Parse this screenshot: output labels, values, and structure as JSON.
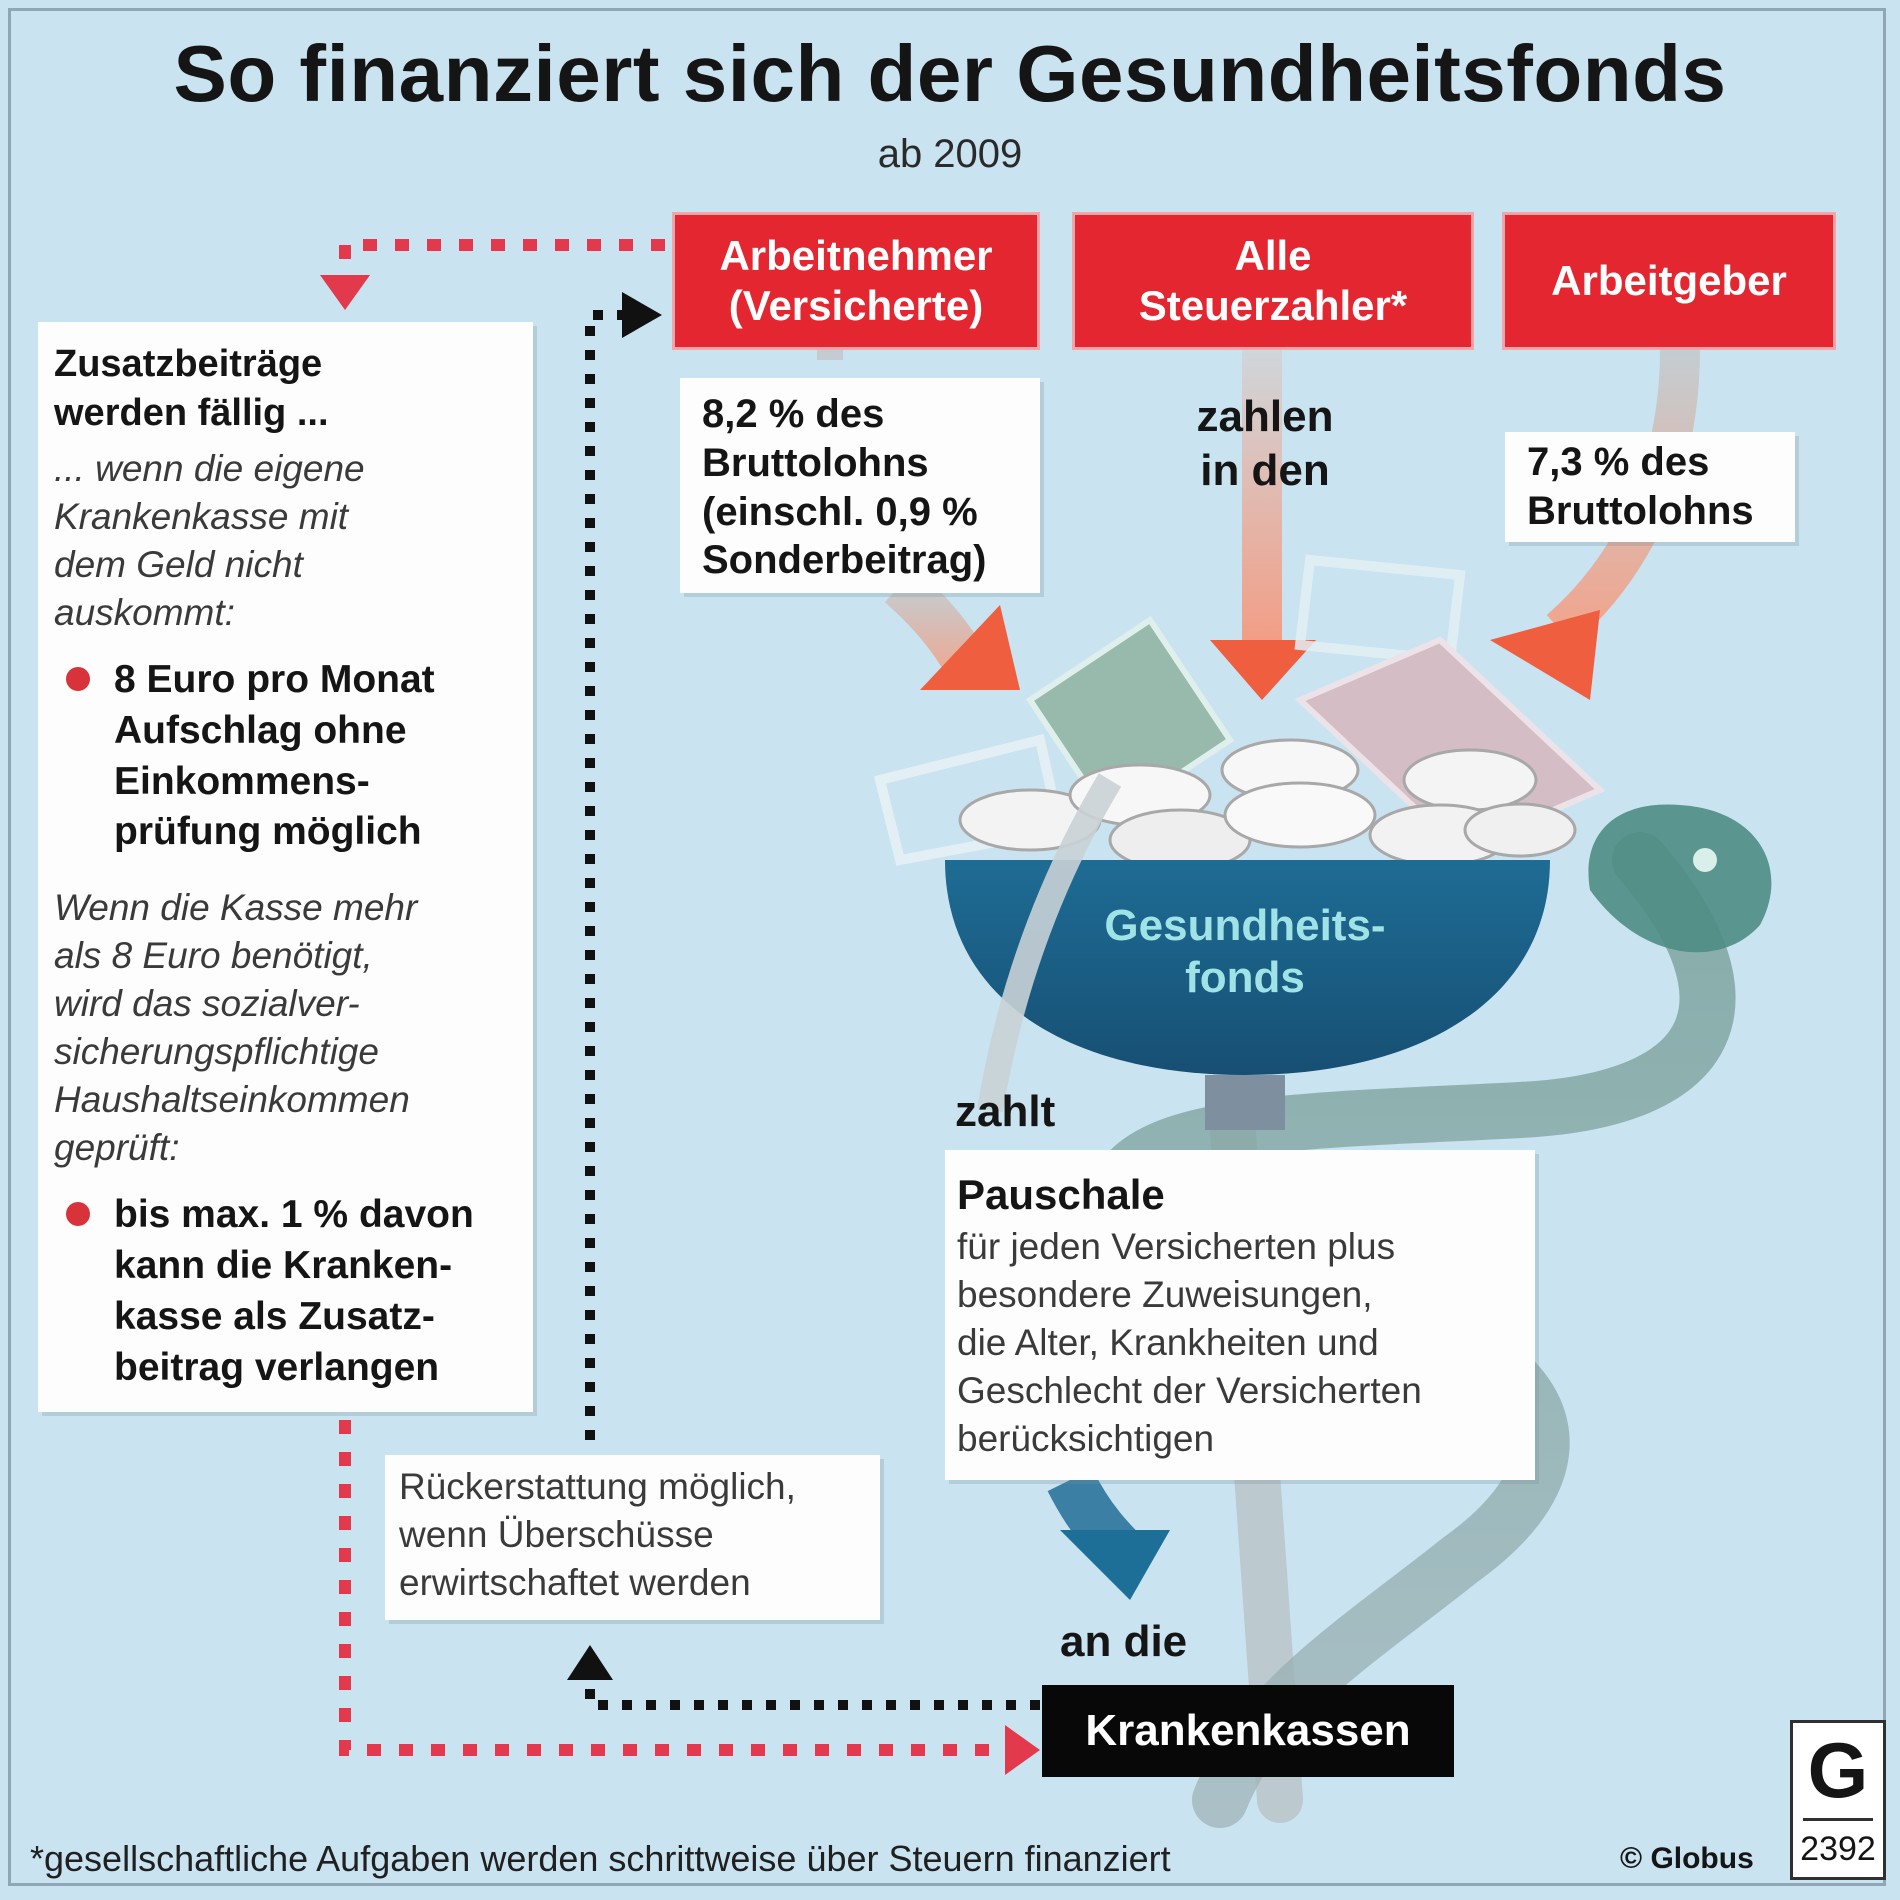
{
  "title": "So finanziert sich der Gesundheitsfonds",
  "subtitle": "ab 2009",
  "payers": [
    {
      "label": "Arbeitnehmer (Versicherte)"
    },
    {
      "label": "Alle Steuerzahler*"
    },
    {
      "label": "Arbeitgeber"
    }
  ],
  "contributions": {
    "employee_lines": [
      "8,2 % des",
      "Bruttolohns",
      "(einschl. 0,9 %",
      "Sonderbeitrag)"
    ],
    "taxpayers_lines": [
      "zahlen",
      "in den"
    ],
    "employer_lines": [
      "7,3 % des",
      "Bruttolohns"
    ]
  },
  "fonds_label_lines": [
    "Gesundheits-",
    "fonds"
  ],
  "zahlt": "zahlt",
  "pauschale": {
    "heading": "Pauschale",
    "body_lines": [
      "für jeden Versicherten plus",
      "besondere Zuweisungen,",
      "die Alter, Krankheiten und",
      "Geschlecht der Versicherten",
      "berücksichtigen"
    ]
  },
  "an_die": "an die",
  "krankenkassen": "Krankenkassen",
  "refund_lines": [
    "Rückerstattung möglich,",
    "wenn Überschüsse",
    "erwirtschaftet werden"
  ],
  "zusatz": {
    "heading_lines": [
      "Zusatzbeiträge",
      "werden fällig ..."
    ],
    "intro_lines": [
      "... wenn die eigene",
      "Krankenkasse mit",
      "dem Geld nicht",
      "auskommt:"
    ],
    "bullet1_lines": [
      "8 Euro pro Monat",
      "Aufschlag ohne",
      "Einkommens-",
      "prüfung möglich"
    ],
    "middle_lines": [
      "Wenn die Kasse mehr",
      "als 8 Euro benötigt,",
      "wird das sozialver-",
      "sicherungspflichtige",
      "Haushaltseinkommen",
      "geprüft:"
    ],
    "bullet2_lines": [
      "bis max. 1 % davon",
      "kann die Kranken-",
      "kasse als Zusatz-",
      "beitrag verlangen"
    ]
  },
  "footnote": "*gesellschaftliche Aufgaben werden schrittweise über Steuern finanziert",
  "credit": "© Globus",
  "logo": {
    "letter": "G",
    "number": "2392"
  },
  "colors": {
    "red": "#e3262f",
    "bowl": "#1b5f86",
    "background": "#c9e3f1",
    "dotted_black": "#111111",
    "dotted_red": "#e23a4c"
  }
}
